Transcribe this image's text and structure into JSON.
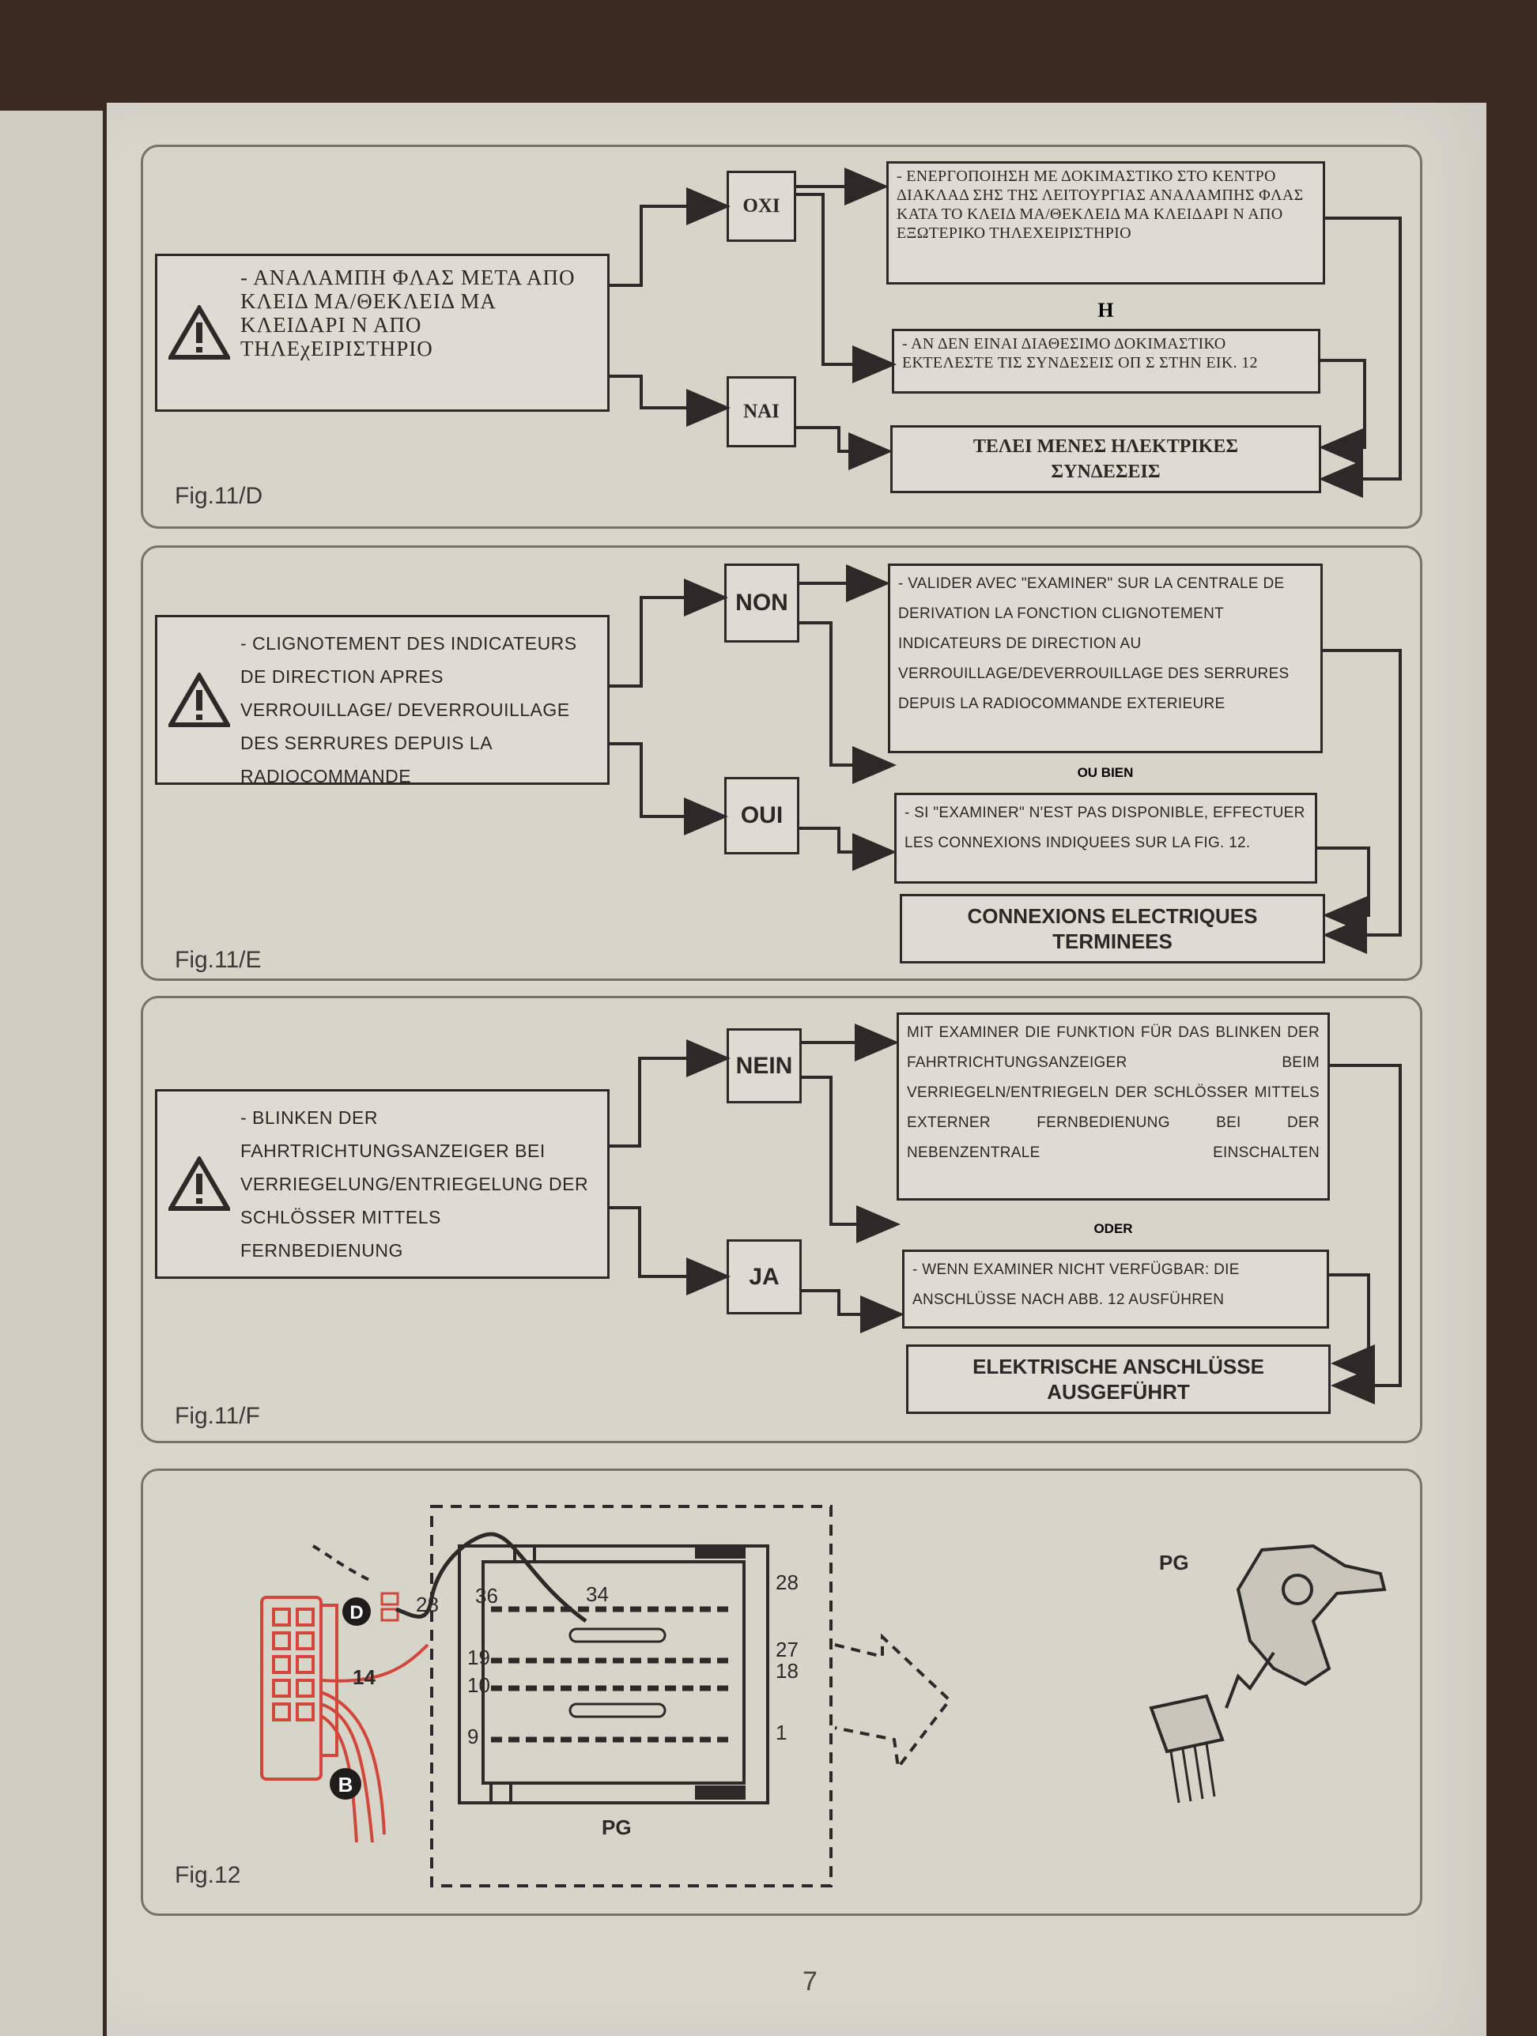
{
  "page_number": "7",
  "figures": [
    {
      "id": "fig-11d",
      "label": "Fig.11/D",
      "warning": "- ΑΝΑΛΑΜΠΗ ΦΛΑΣ ΜΕΤΑ ΑΠΟ ΚΛΕΙΔ ΜΑ/ΘΕΚΛΕΙΔ ΜΑ ΚΛΕΙΔΑΡΙ Ν ΑΠΟ ΤΗΛΕχΕΙΡΙΣΤΗΡΙΟ",
      "no_label": "ΟΧΙ",
      "yes_label": "ΝΑΙ",
      "no_action": "- ΕΝΕΡΓΟΠΟΙΗΣΗ ΜΕ ΔΟΚΙΜΑΣΤΙΚΟ ΣΤΟ ΚΕΝΤΡΟ ΔΙΑΚΛΑΔ ΣΗΣ ΤΗΣ ΛΕΙΤΟΥΡΓΙΑΣ ΑΝΑΛΑΜΠΗΣ ΦΛΑΣ ΚΑΤΑ ΤΟ ΚΛΕΙΔ ΜΑ/ΘΕΚΛΕΙΔ ΜΑ ΚΛΕΙΔΑΡΙ Ν ΑΠΟ ΕξΩΤΕΡΙΚΟ ΤΗΛΕχΕΙΡΙΣΤΗΡΙΟ",
      "or": "Η",
      "alt_action": "- ΑΝ ΔΕΝ ΕΙΝΑΙ ΔΙΑΘΕΣΙΜΟ ΔΟΚΙΜΑΣΤΙΚΟ ΕΚΤΕΛΕΣΤΕ ΤΙΣ ΣΥΝΔΕΣΕΙΣ ΟΠ Σ ΣΤΗΝ ΕΙΚ. 12",
      "result": "ΤΕΛΕΙ ΜΕΝΕΣ ΗΛΕΚΤΡΙΚΕΣ ΣΥΝΔΕΣΕΙΣ"
    },
    {
      "id": "fig-11e",
      "label": "Fig.11/E",
      "warning": "- CLIGNOTEMENT DES INDICATEURS DE DIRECTION APRES VERROUILLAGE/ DEVERROUILLAGE DES SERRURES DEPUIS LA RADIOCOMMANDE",
      "no_label": "NON",
      "yes_label": "OUI",
      "no_action": "- VALIDER AVEC \"EXAMINER\" SUR LA CENTRALE DE DERIVATION LA FONCTION CLIGNOTEMENT INDICATEURS DE DIRECTION AU VERROUILLAGE/DEVERROUILLAGE DES SERRURES DEPUIS LA RADIOCOMMANDE EXTERIEURE",
      "or": "OU BIEN",
      "alt_action": "- SI \"EXAMINER\" N'EST PAS DISPONIBLE, EFFECTUER LES CONNEXIONS INDIQUEES SUR LA FIG. 12.",
      "result_line1": "CONNEXIONS ELECTRIQUES",
      "result_line2": "TERMINEES"
    },
    {
      "id": "fig-11f",
      "label": "Fig.11/F",
      "warning": "- BLINKEN DER FAHRTRICHTUNGSANZEIGER BEI VERRIEGELUNG/ENTRIEGELUNG DER SCHLÖSSER MITTELS FERNBEDIENUNG",
      "no_label": "NEIN",
      "yes_label": "JA",
      "no_action": "MIT EXAMINER DIE FUNKTION FÜR DAS BLINKEN DER FAHRTRICHTUNGSANZEIGER BEIM VERRIEGELN/ENTRIEGELN DER SCHLÖSSER MITTELS EXTERNER FERNBEDIENUNG BEI DER NEBENZENTRALE EINSCHALTEN",
      "or": "ODER",
      "alt_action": "- WENN EXAMINER NICHT VERFÜGBAR: DIE ANSCHLÜSSE NACH ABB. 12 AUSFÜHREN",
      "result_line1": "ELEKTRISCHE ANSCHLÜSSE",
      "result_line2": "AUSGEFÜHRT"
    }
  ],
  "fig12": {
    "label": "Fig.12",
    "marker_d": "D",
    "marker_b": "B",
    "wire_28": "28",
    "wire_14": "14",
    "pin_36": "36",
    "pin_34": "34",
    "pin_28": "28",
    "pin_27": "27",
    "pin_19": "19",
    "pin_18": "18",
    "pin_10": "10",
    "pin_9": "9",
    "pin_1": "1",
    "connector_label": "PG",
    "plug_label": "PG"
  },
  "colors": {
    "paper": "#d9d6cc",
    "ink": "#2c2a28",
    "harness_red": "#d2463c"
  }
}
